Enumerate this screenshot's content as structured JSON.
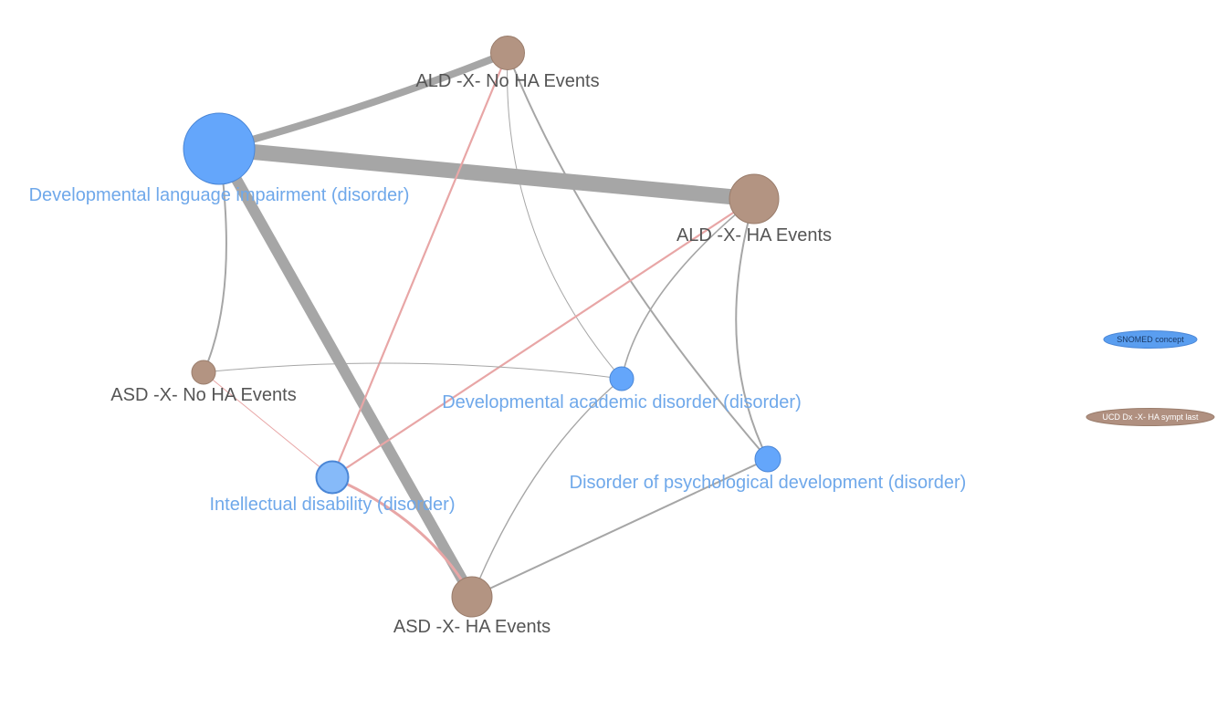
{
  "nodes": [
    {
      "id": "dli",
      "label": "Developmental language impairment (disorder)",
      "kind": "concept"
    },
    {
      "id": "ald_no",
      "label": "ALD -X- No HA Events",
      "kind": "ucd"
    },
    {
      "id": "ald_ha",
      "label": "ALD -X- HA Events",
      "kind": "ucd"
    },
    {
      "id": "asd_no",
      "label": "ASD -X- No HA Events",
      "kind": "ucd"
    },
    {
      "id": "dad",
      "label": "Developmental academic disorder (disorder)",
      "kind": "concept"
    },
    {
      "id": "dpd",
      "label": "Disorder of psychological development (disorder)",
      "kind": "concept"
    },
    {
      "id": "id",
      "label": "Intellectual disability (disorder)",
      "kind": "concept"
    },
    {
      "id": "asd_ha",
      "label": "ASD -X- HA Events",
      "kind": "ucd"
    }
  ],
  "edges": [
    {
      "from": "dli",
      "to": "ald_no",
      "color": "gray"
    },
    {
      "from": "dli",
      "to": "ald_ha",
      "color": "gray"
    },
    {
      "from": "dli",
      "to": "asd_ha",
      "color": "gray"
    },
    {
      "from": "dli",
      "to": "asd_no",
      "color": "gray"
    },
    {
      "from": "ald_no",
      "to": "id",
      "color": "red"
    },
    {
      "from": "ald_no",
      "to": "dad",
      "color": "gray"
    },
    {
      "from": "ald_no",
      "to": "dpd",
      "color": "gray"
    },
    {
      "from": "ald_ha",
      "to": "id",
      "color": "red"
    },
    {
      "from": "ald_ha",
      "to": "dad",
      "color": "gray"
    },
    {
      "from": "ald_ha",
      "to": "dpd",
      "color": "gray"
    },
    {
      "from": "asd_no",
      "to": "dad",
      "color": "gray"
    },
    {
      "from": "asd_no",
      "to": "id",
      "color": "red"
    },
    {
      "from": "id",
      "to": "asd_ha",
      "color": "red"
    },
    {
      "from": "asd_ha",
      "to": "dad",
      "color": "gray"
    },
    {
      "from": "asd_ha",
      "to": "dpd",
      "color": "gray"
    }
  ],
  "legend": {
    "concept": {
      "label": "SNOMED concept",
      "color": "#5a9ef0"
    },
    "ucd": {
      "label": "UCD Dx -X- HA sympt last",
      "color": "#b09080"
    }
  },
  "colors": {
    "concept_fill": "#64a6fb",
    "concept_stroke": "#4a86d6",
    "ucd_fill": "#b39482",
    "ucd_stroke": "#9a7d6c",
    "edge_gray": "#a6a6a6",
    "edge_red": "#e8a6a6",
    "concept_label": "#6fa8ea",
    "ucd_label": "#555555"
  }
}
